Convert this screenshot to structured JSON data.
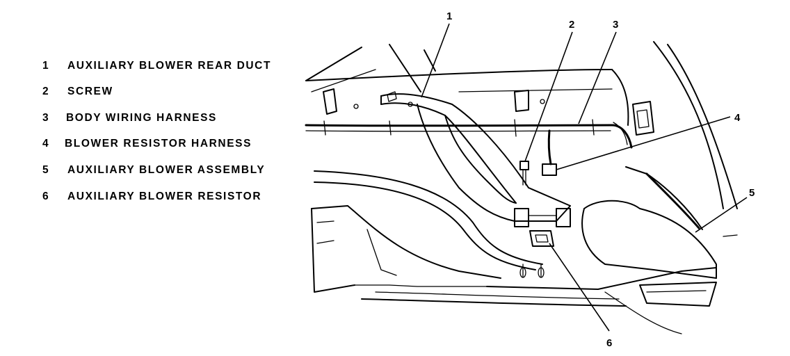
{
  "legend": [
    {
      "number": "1",
      "text": "AUXILIARY BLOWER REAR DUCT"
    },
    {
      "number": "2",
      "text": "SCREW"
    },
    {
      "number": "3",
      "text": "BODY WIRING HARNESS"
    },
    {
      "number": "4",
      "text": "BLOWER RESISTOR HARNESS"
    },
    {
      "number": "5",
      "text": "AUXILIARY BLOWER ASSEMBLY"
    },
    {
      "number": "6",
      "text": "AUXILIARY BLOWER RESISTOR"
    }
  ],
  "callouts": [
    "1",
    "2",
    "3",
    "4",
    "5",
    "6"
  ]
}
